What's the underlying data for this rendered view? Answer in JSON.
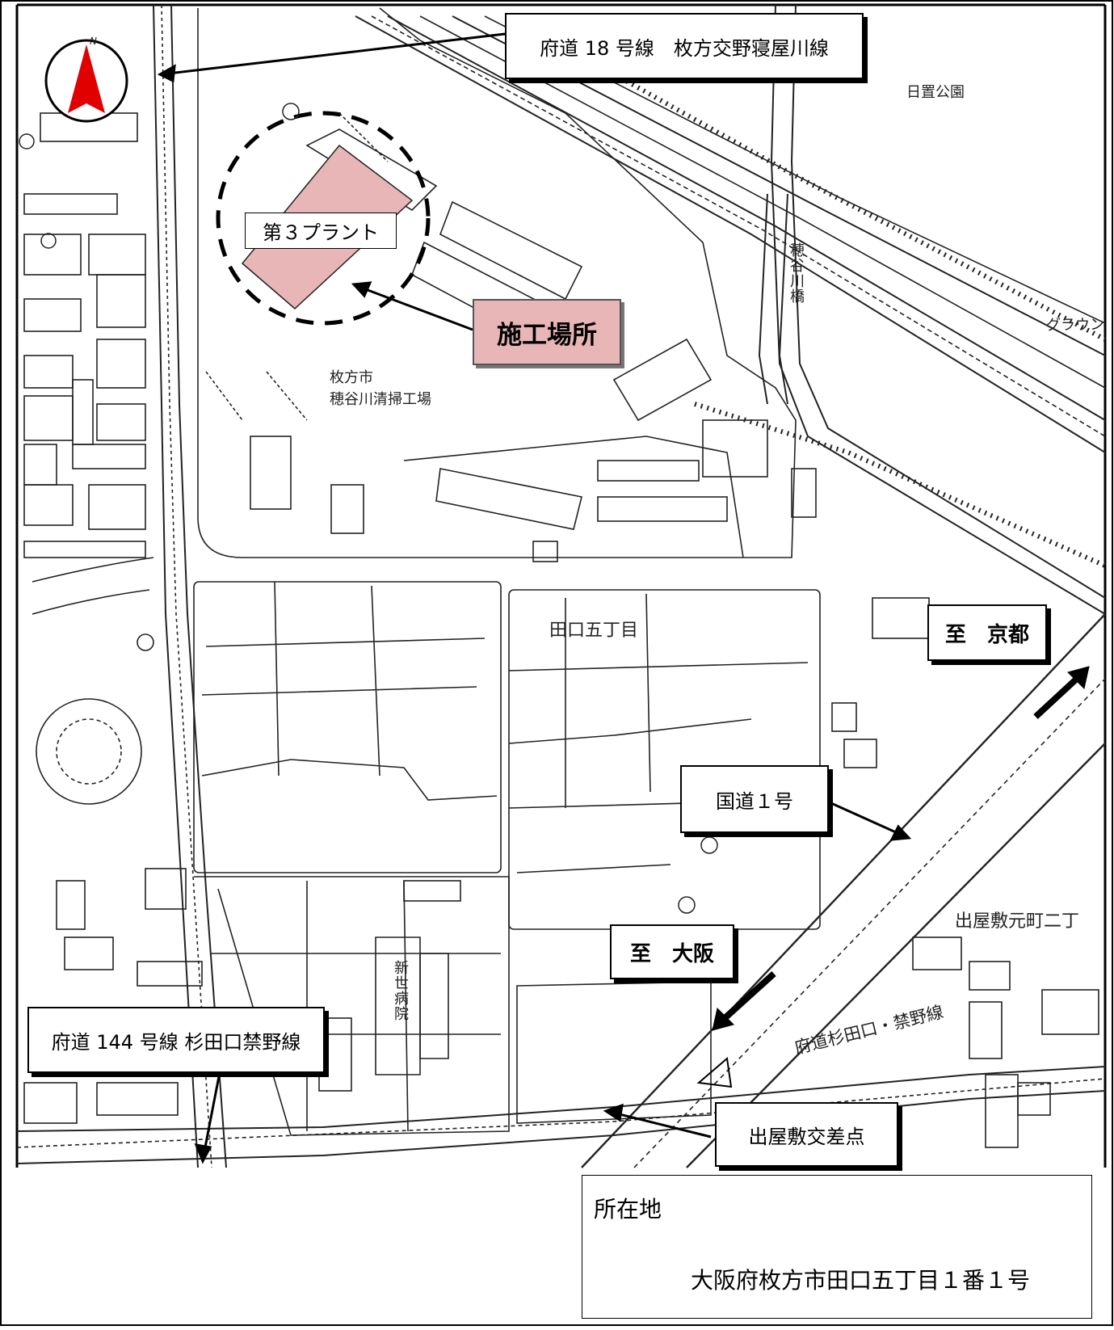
{
  "callouts": {
    "route18": "府道 18 号線　枚方交野寝屋川線",
    "construction_site": "施工場所",
    "plant": "第３プラント",
    "to_kyoto": "至　京都",
    "national_route1": "国道１号",
    "to_osaka": "至　大阪",
    "route144": "府道 144 号線  杉田口禁野線",
    "intersection": "出屋敷交差点"
  },
  "map_labels": {
    "city_facility_line1": "枚方市",
    "city_facility_line2": "穂谷川清掃工場",
    "park": "日置公園",
    "bridge": "穂谷川橋",
    "ground": "グラウン",
    "district_taguchi": "田口五丁目",
    "district_deyashiki": "出屋敷元町二丁",
    "hospital": "新世病院",
    "road_sugitaguchi": "府道杉田口・禁野線"
  },
  "compass": {
    "letter": "N"
  },
  "address": {
    "label": "所在地",
    "value": "大阪府枚方市田口五丁目１番１号"
  },
  "colors": {
    "site_fill": "#e8b6b6",
    "compass_arrow": "#e00000"
  }
}
